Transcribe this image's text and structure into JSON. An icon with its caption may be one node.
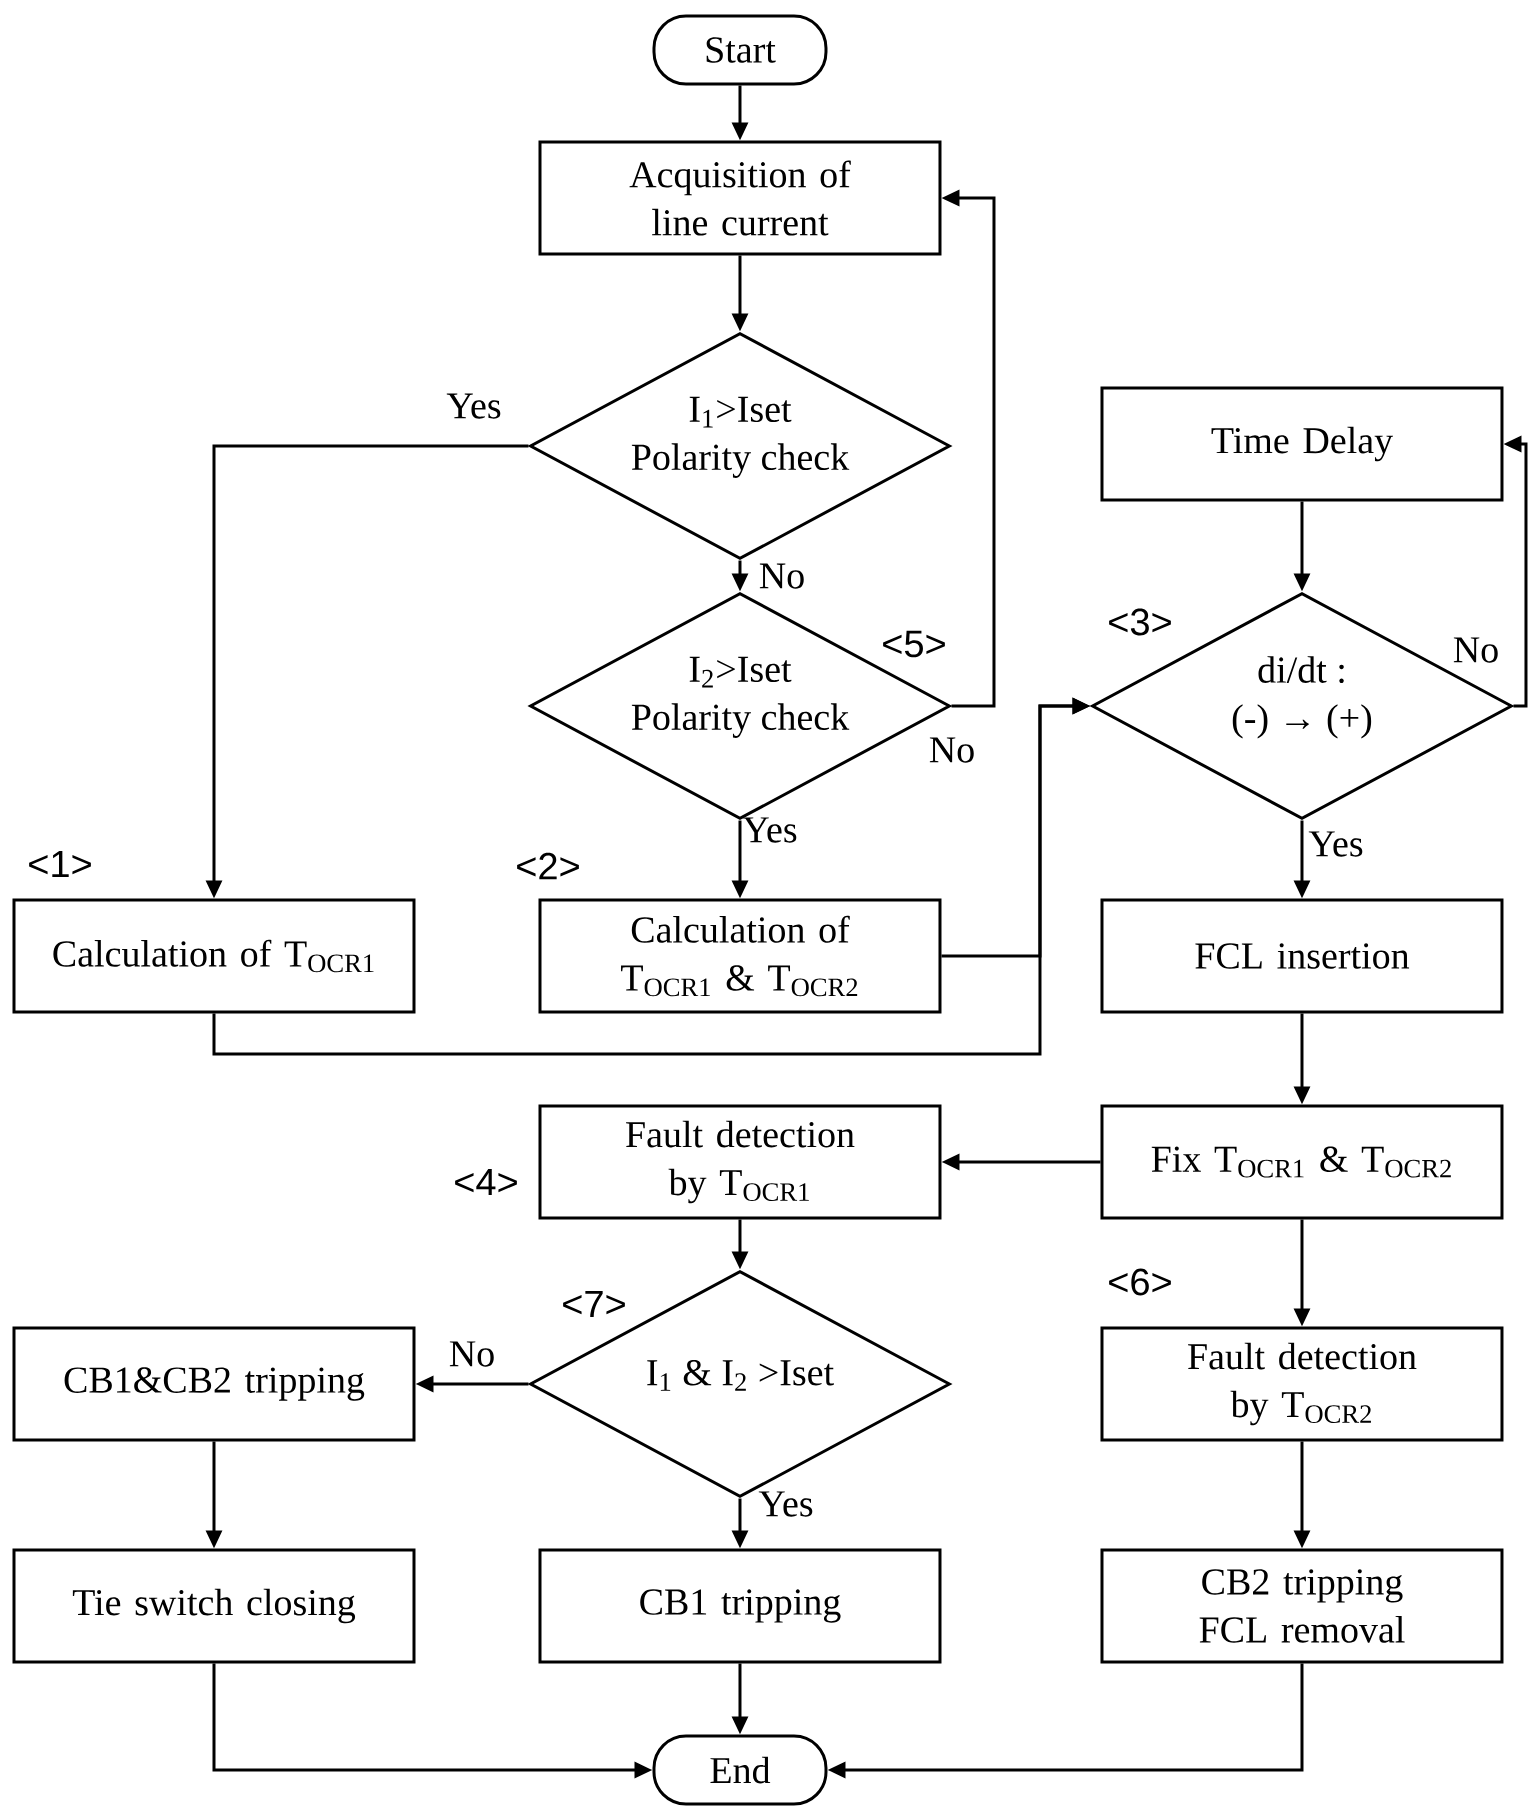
{
  "diagram": {
    "nodes": [
      {
        "text": [
          "Start"
        ]
      },
      {
        "text": [
          "Acquisition of line current"
        ]
      },
      {
        "text": [
          "I$_{1}$>Iset Polarity check"
        ]
      },
      {
        "text": [
          "I$_{2}$>Iset Polarity check"
        ]
      },
      {
        "text": [
          "Calculation of T$_{OCR1}$"
        ]
      },
      {
        "text": [
          "Calculation of T$_{OCR1}$ & T$_{OCR2}$"
        ]
      },
      {
        "text": [
          "Time Delay"
        ]
      },
      {
        "text": [
          "di/dt : (-) → (+)"
        ]
      },
      {
        "text": [
          "FCL insertion"
        ]
      },
      {
        "text": [
          "Fix T$_{OCR1}$ & T$_{OCR2}$"
        ]
      },
      {
        "text": [
          "Fault detection by T$_{OCR1}$"
        ]
      },
      {
        "text": [
          "I$_{1}$ & I$_{2}$ >Iset"
        ]
      },
      {
        "text": [
          "CB1&CB2 tripping"
        ]
      },
      {
        "text": [
          "Fault detection by T$_{OCR2}$"
        ]
      },
      {
        "text": [
          "Tie switch closing"
        ]
      },
      {
        "text": [
          "CB1 tripping"
        ]
      },
      {
        "text": [
          "CB2 tripping FCL removal"
        ]
      },
      {
        "text": [
          "End"
        ]
      }
    ],
    "edges": [
      {
        "from": 0,
        "to": 1,
        "arrow": "to"
      },
      {
        "from": 1,
        "to": 2,
        "arrow": "to"
      },
      {
        "from": 2,
        "to": 4,
        "arrow": "to",
        "label": "Yes"
      },
      {
        "from": 2,
        "to": 3,
        "arrow": "to",
        "label": "No"
      },
      {
        "from": 3,
        "to": 1,
        "arrow": "to",
        "label": "No"
      },
      {
        "from": 3,
        "to": 5,
        "arrow": "to",
        "label": "Yes"
      },
      {
        "from": 4,
        "to": 7,
        "arrow": "to"
      },
      {
        "from": 5,
        "to": 7,
        "arrow": "to"
      },
      {
        "from": 6,
        "to": 7,
        "arrow": "to"
      },
      {
        "from": 7,
        "to": 6,
        "arrow": "to",
        "label": "No"
      },
      {
        "from": 7,
        "to": 8,
        "arrow": "to",
        "label": "Yes"
      },
      {
        "from": 8,
        "to": 9,
        "arrow": "to"
      },
      {
        "from": 9,
        "to": 10,
        "arrow": "to"
      },
      {
        "from": 9,
        "to": 13,
        "arrow": "to"
      },
      {
        "from": 10,
        "to": 11,
        "arrow": "to"
      },
      {
        "from": 11,
        "to": 12,
        "arrow": "to",
        "label": "No"
      },
      {
        "from": 11,
        "to": 15,
        "arrow": "to",
        "label": "Yes"
      },
      {
        "from": 12,
        "to": 14,
        "arrow": "to"
      },
      {
        "from": 13,
        "to": 16,
        "arrow": "to"
      },
      {
        "from": 14,
        "to": 17,
        "arrow": "to"
      },
      {
        "from": 15,
        "to": 17,
        "arrow": "to"
      },
      {
        "from": 16,
        "to": 17,
        "arrow": "to"
      }
    ],
    "labels": [
      "<5>",
      "<3>",
      "<1>",
      "<2>",
      "<4>",
      "<6>",
      "<7>"
    ]
  }
}
